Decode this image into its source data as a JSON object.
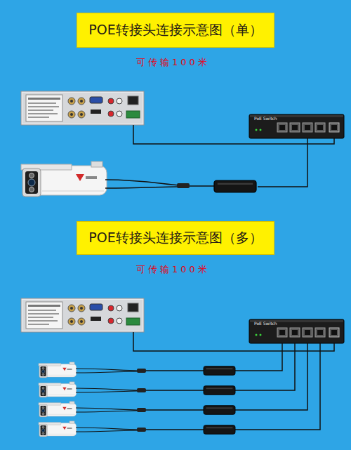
{
  "diagram": {
    "nodes": [
      {
        "text": [
          "POE转接头连接示意图（单）"
        ]
      },
      {
        "text": [
          "PoE Switch"
        ]
      },
      {
        "text": [
          "POE转接头连接示意图（多）"
        ]
      },
      {
        "text": [
          "PoE Switch"
        ]
      }
    ],
    "labels": [
      "可传输100米",
      "可传输100米"
    ]
  }
}
